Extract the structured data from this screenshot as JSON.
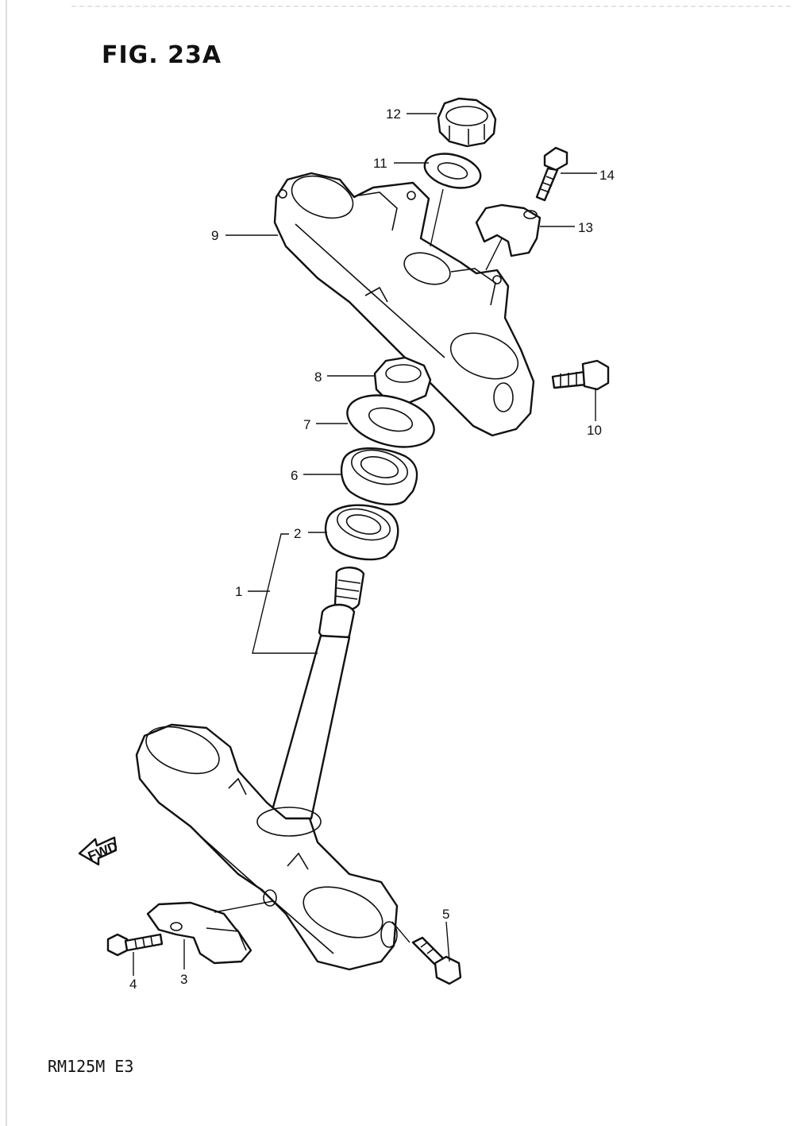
{
  "figure": {
    "title": "FIG. 23A",
    "model_code": "RM125M E3",
    "fwd_arrow_label": "FWD"
  },
  "callouts": [
    {
      "id": "1",
      "label": "1"
    },
    {
      "id": "2",
      "label": "2"
    },
    {
      "id": "3",
      "label": "3"
    },
    {
      "id": "4",
      "label": "4"
    },
    {
      "id": "5",
      "label": "5"
    },
    {
      "id": "6",
      "label": "6"
    },
    {
      "id": "7",
      "label": "7"
    },
    {
      "id": "8",
      "label": "8"
    },
    {
      "id": "9",
      "label": "9"
    },
    {
      "id": "10",
      "label": "10"
    },
    {
      "id": "11",
      "label": "11"
    },
    {
      "id": "12",
      "label": "12"
    },
    {
      "id": "13",
      "label": "13"
    },
    {
      "id": "14",
      "label": "14"
    }
  ]
}
